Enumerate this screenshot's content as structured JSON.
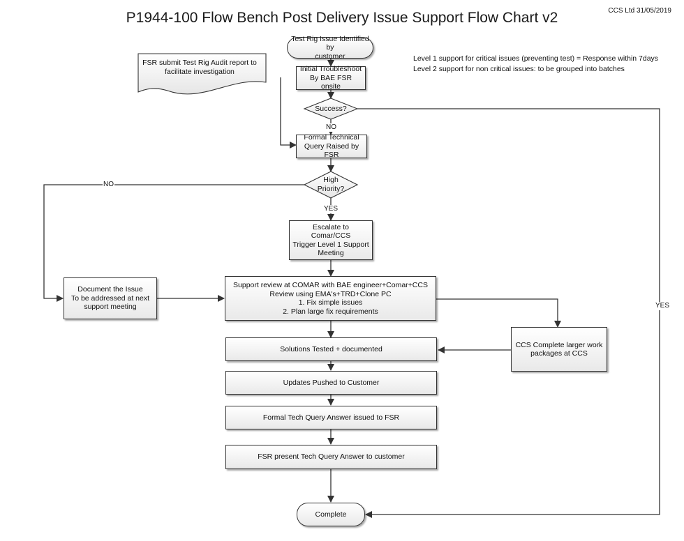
{
  "header": {
    "title": "P1944-100 Flow Bench Post Delivery Issue Support Flow Chart v2",
    "corner": "CCS Ltd 31/05/2019"
  },
  "notes": {
    "line1": "Level 1 support for critical issues (preventing test) = Response within 7days",
    "line2": "Level 2 support for non critical issues: to be grouped into batches"
  },
  "flow": {
    "start": {
      "line1": "Test Rig Issue Identified by",
      "line2": "customer"
    },
    "audit_doc": {
      "line1": "FSR submit Test Rig Audit report to",
      "line2": "facilitate investigation"
    },
    "troubleshoot": {
      "line1": "Initial Troubleshoot",
      "line2": "By BAE FSR onsite"
    },
    "success": {
      "text": "Success?"
    },
    "query": {
      "line1": "Formal Technical",
      "line2": "Query Raised by FSR"
    },
    "priority": {
      "line1": "High",
      "line2": "Priority?"
    },
    "escalate": {
      "line1": "Escalate to Comar/CCS",
      "line2": "Trigger Level 1 Support",
      "line3": "Meeting"
    },
    "document": {
      "line1": "Document the Issue",
      "line2": "To be addressed at next",
      "line3": "support meeting"
    },
    "review": {
      "line1": "Support review at COMAR with BAE engineer+Comar+CCS",
      "line2": "Review using EMA's+TRD+Clone PC",
      "line3": "1. Fix simple issues",
      "line4": "2. Plan large fix requirements"
    },
    "ccs_work": {
      "line1": "CCS Complete larger work",
      "line2": "packages at CCS"
    },
    "tested": "Solutions Tested + documented",
    "pushed": "Updates Pushed to Customer",
    "answer": "Formal Tech Query Answer issued to FSR",
    "present": "FSR present Tech Query Answer to customer",
    "complete": "Complete"
  },
  "labels": {
    "success_no": "NO",
    "success_yes": "YES",
    "priority_no": "NO",
    "priority_yes": "YES"
  }
}
